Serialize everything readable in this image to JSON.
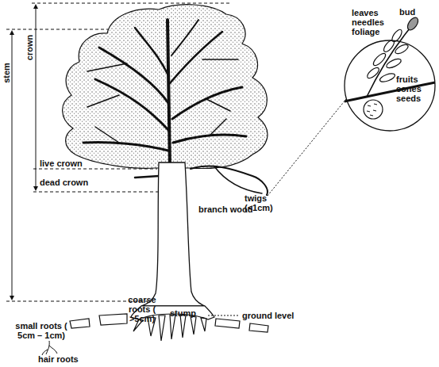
{
  "diagram": {
    "nodes": [
      {
        "text": [
          "leaves needles foliage",
          "bud",
          "fruits cones seeds"
        ]
      }
    ],
    "labels": [
      "crown",
      "stem",
      "live crown",
      "dead crown",
      "branch wood",
      "twigs (<1cm)",
      "coarse roots ( >5cm)",
      "stump",
      "ground level",
      "small roots ( 5cm – 1cm)",
      "hair roots"
    ]
  }
}
